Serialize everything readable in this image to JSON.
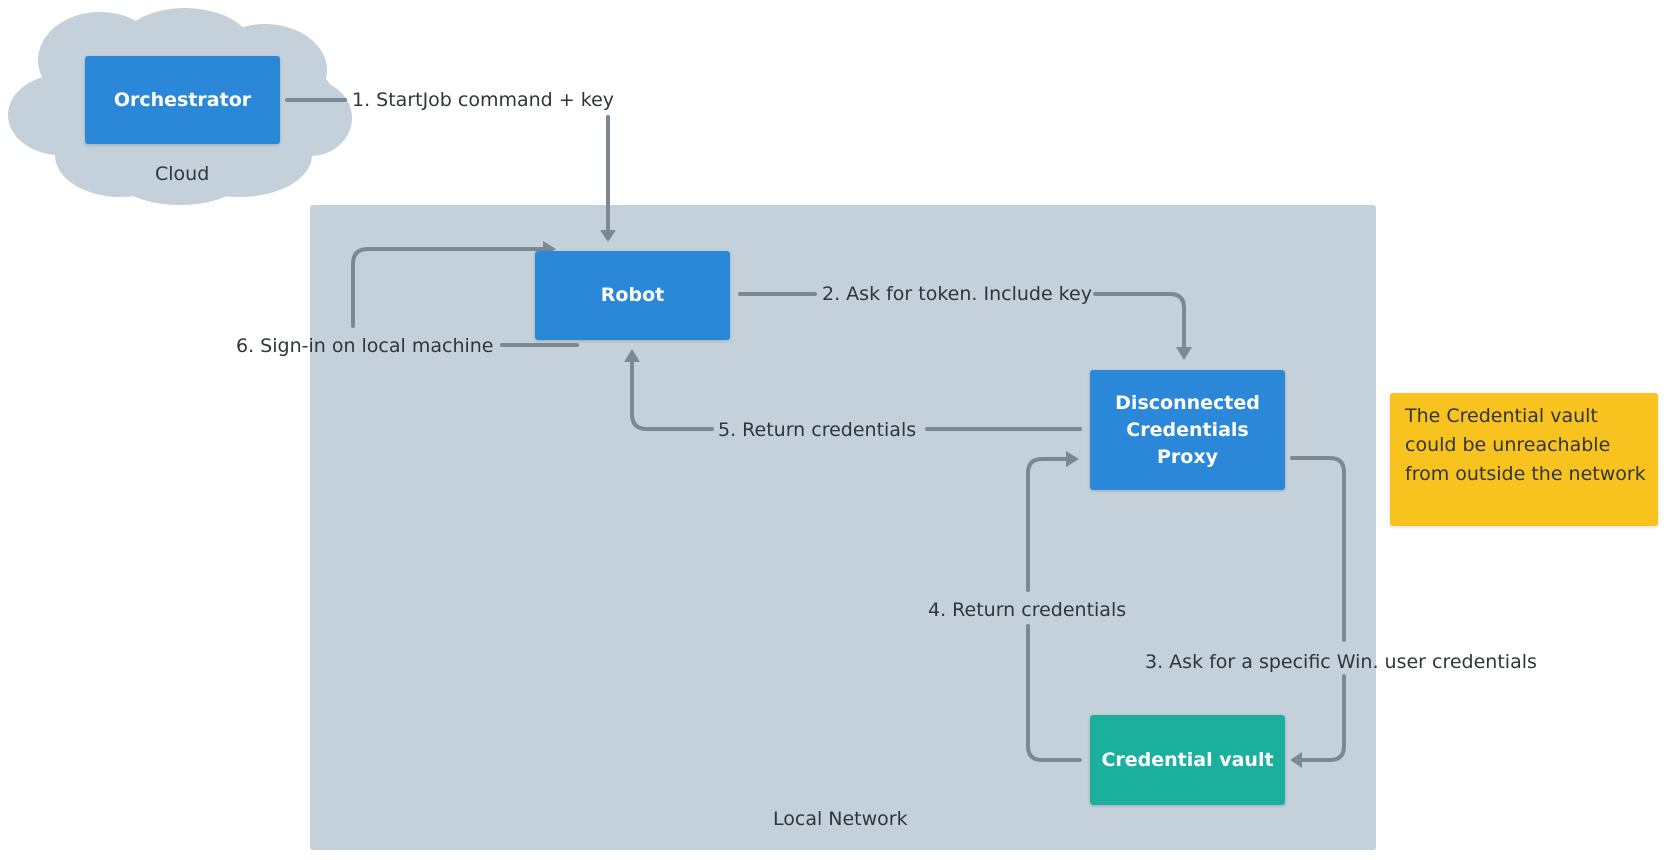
{
  "zones": {
    "cloud_label": "Cloud",
    "local_network_label": "Local Network"
  },
  "nodes": {
    "orchestrator": "Orchestrator",
    "robot": "Robot",
    "proxy": "Disconnected\nCredentials\nProxy",
    "vault": "Credential vault"
  },
  "edges": {
    "step1": "1. StartJob command + key",
    "step2": "2. Ask for token. Include key",
    "step3": "3. Ask for a specific Win. user credentials",
    "step4": "4. Return credentials",
    "step5": "5. Return credentials",
    "step6": "6. Sign-in on local machine"
  },
  "note": {
    "text": "The Credential vault could be unreachable from outside the network"
  },
  "colors": {
    "node_blue": "#2b88d9",
    "node_teal": "#1ab09d",
    "note_yellow": "#f8c31f",
    "zone_gray": "#c4d0da",
    "cloud_gray": "#c4d0da",
    "edge_gray": "#7d8895"
  }
}
